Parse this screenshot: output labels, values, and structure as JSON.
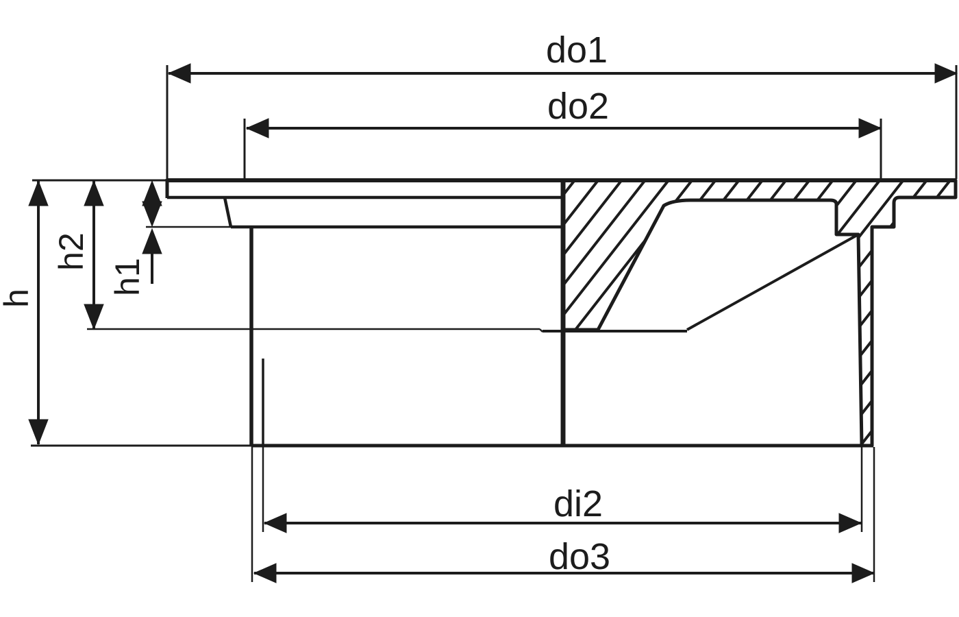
{
  "page": {
    "type": "technical-drawing",
    "background_color": "#ffffff",
    "line_color": "#1c1c1c"
  },
  "labels": {
    "do1": "do1",
    "do2": "do2",
    "di2": "di2",
    "do3": "do3",
    "h": "h",
    "h1": "h1",
    "h2": "h2"
  }
}
